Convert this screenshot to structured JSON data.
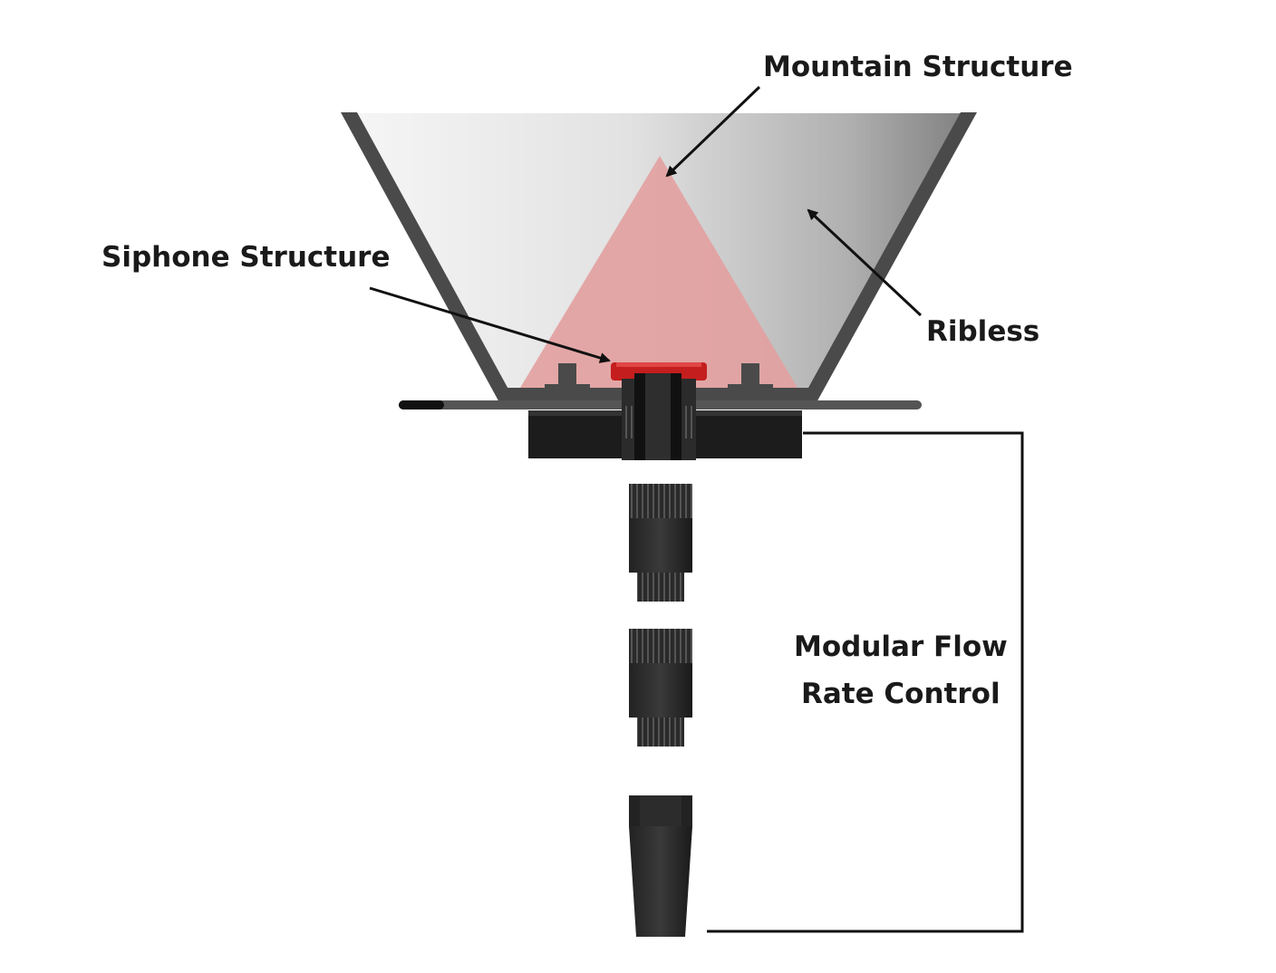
{
  "labels": {
    "mountain": "Mountain Structure",
    "siphone": "Siphone Structure",
    "ribless": "Ribless",
    "modular_line1": "Modular Flow",
    "modular_line2": "Rate Control"
  },
  "colors": {
    "cone_wall": "#4a4a4a",
    "cone_fill_light": "#f2f2f2",
    "cone_fill_dark": "#8e8e8e",
    "mountain": "#e3a1a1",
    "siphone_cap": "#c41e1e",
    "base": "#1c1c1c",
    "tube": "#2a2a2a",
    "arrow": "#111111"
  }
}
